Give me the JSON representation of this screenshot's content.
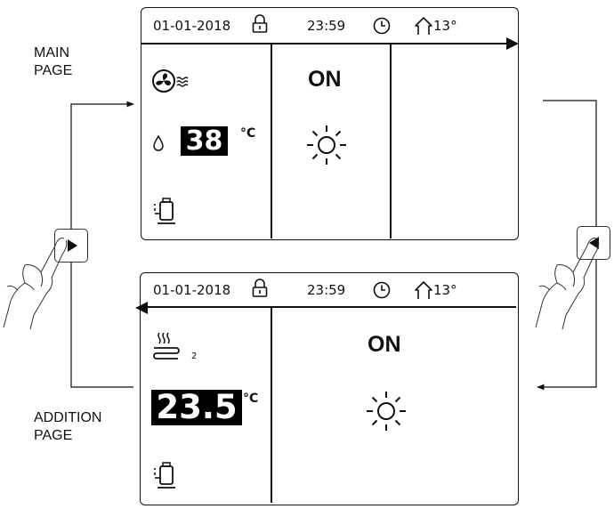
{
  "labels": {
    "main_page": "MAIN\nPAGE",
    "addition_page": "ADDITION\nPAGE"
  },
  "main_screen": {
    "date": "01-01-2018",
    "time": "23:59",
    "outdoor_temp": "13°",
    "temperature": "38",
    "temperature_unit": "°C",
    "status": "ON",
    "icons": [
      "lock-icon",
      "clock-icon",
      "house-icon",
      "fan-air-icon",
      "water-drop-icon",
      "tank-icon",
      "sun-icon",
      "right-arrow-icon"
    ]
  },
  "addition_screen": {
    "date": "01-01-2018",
    "time": "23:59",
    "outdoor_temp": "13°",
    "zone_number": "2",
    "temperature": "23.5",
    "temperature_unit": "°C",
    "status": "ON",
    "icons": [
      "lock-icon",
      "clock-icon",
      "house-icon",
      "floor-heating-icon",
      "tank-icon",
      "sun-icon",
      "left-arrow-icon"
    ]
  },
  "buttons": {
    "right_button_icon": "play-right-icon",
    "left_button_icon": "play-left-icon"
  },
  "colors": {
    "line": "#111111",
    "highlight_bg": "#000000",
    "highlight_fg": "#ffffff"
  }
}
